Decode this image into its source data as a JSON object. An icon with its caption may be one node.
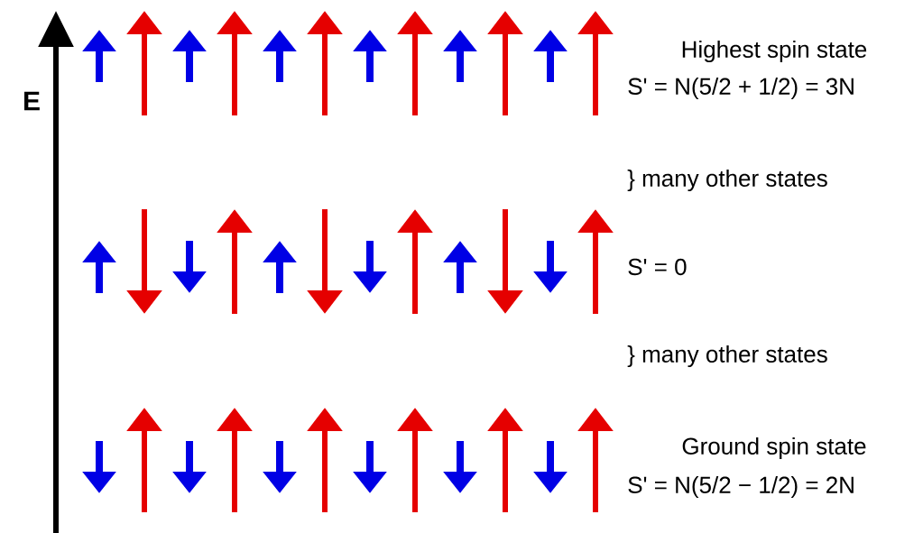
{
  "diagram": {
    "labels": [
      "E",
      "Highest spin state",
      "S' = N(5/2 + 1/2) = 3N",
      "} many other states",
      "S' = 0",
      "} many other states",
      "Ground spin state",
      "S' = N(5/2 − 1/2) = 2N"
    ]
  }
}
